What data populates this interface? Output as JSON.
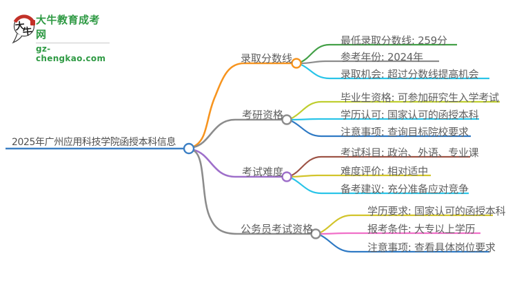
{
  "logo": {
    "site_name": "大牛教育成考网",
    "site_url": "gz-chengkao.com",
    "mark_text_1": "大",
    "mark_text_2": "牛",
    "brand_green": "#2f9a44",
    "seal_red": "#c23128"
  },
  "mindmap": {
    "root": {
      "label": "2025年广州应用科技学院函授本科信息",
      "color": "#3b7fc4"
    },
    "branches": [
      {
        "label": "录取分数线",
        "color": "#f7941e",
        "children": [
          {
            "label": "最低录取分数线: 259分",
            "color": "#43a047"
          },
          {
            "label": "参考年份: 2024年",
            "color": "#8c8c8c"
          },
          {
            "label": "录取机会: 超过分数线提高机会",
            "color": "#29c4e8"
          }
        ]
      },
      {
        "label": "考研资格",
        "color": "#8c8c8c",
        "children": [
          {
            "label": "毕业生资格: 可参加研究生入学考试",
            "color": "#bfce2f"
          },
          {
            "label": "学历认可: 国家认可的函授本科",
            "color": "#29c4e8"
          },
          {
            "label": "注意事项: 查询目标院校要求",
            "color": "#2e79c4"
          }
        ]
      },
      {
        "label": "考试难度",
        "color": "#9e6fca",
        "children": [
          {
            "label": "考试科目: 政治、外语、专业课",
            "color": "#9d5345"
          },
          {
            "label": "难度评价: 相对适中",
            "color": "#d2c42a"
          },
          {
            "label": "备考建议: 充分准备应对竞争",
            "color": "#29c4e8"
          }
        ]
      },
      {
        "label": "公务员考试资格",
        "color": "#8c8c8c",
        "children": [
          {
            "label": "学历要求: 国家认可的函授本科",
            "color": "#d2c42a"
          },
          {
            "label": "报考条件: 大专以上学历",
            "color": "#f06ec8"
          },
          {
            "label": "注意事项: 查看具体岗位要求",
            "color": "#2e79c4"
          }
        ]
      }
    ]
  }
}
